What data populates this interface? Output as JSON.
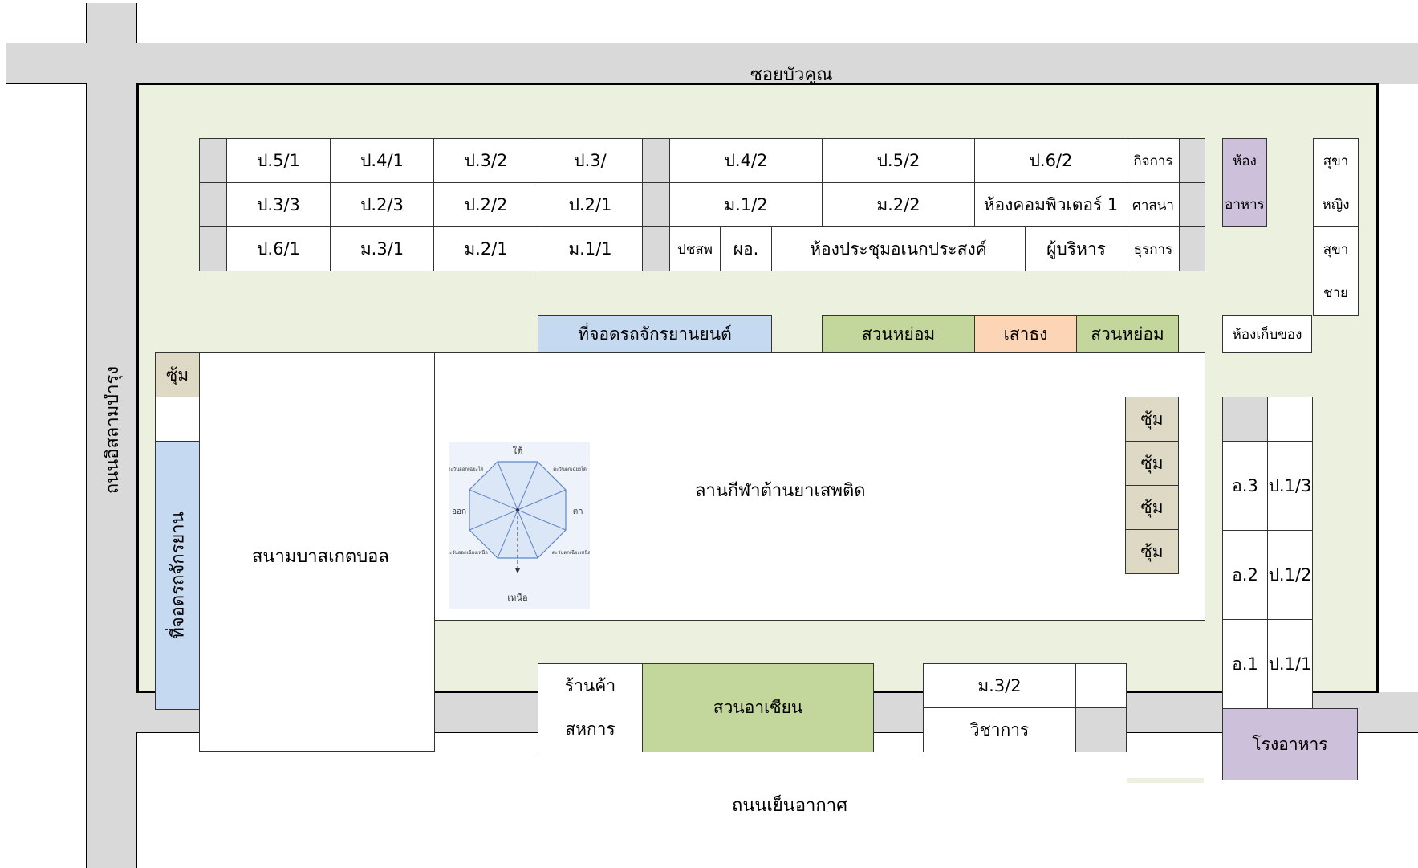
{
  "roads": {
    "top": "ซอยบัวคูณ",
    "bottom": "ถนนเย็นอากาศ",
    "left": "ถนนอิสลามบำรุง"
  },
  "rooms": {
    "p5_1": "ป.5/1",
    "p4_1": "ป.4/1",
    "p3_2": "ป.3/2",
    "p3_": "ป.3/",
    "p4_2": "ป.4/2",
    "p5_2": "ป.5/2",
    "p6_2": "ป.6/2",
    "kijakarn": "กิจการ",
    "p3_3": "ป.3/3",
    "p2_3": "ป.2/3",
    "p2_2": "ป.2/2",
    "p2_1": "ป.2/1",
    "m1_2": "ม.1/2",
    "m2_2": "ม.2/2",
    "computer1": "ห้องคอมพิวเตอร์ 1",
    "sasana": "ศาสนา",
    "p6_1": "ป.6/1",
    "m3_1": "ม.3/1",
    "m2_1": "ม.2/1",
    "m1_1": "ม.1/1",
    "pachasom": "ปชสพ",
    "po": "ผอ.",
    "meeting": "ห้องประชุมอเนกประสงค์",
    "admin": "ผู้บริหาร",
    "thurakarn": "ธุรการ",
    "food_room_1": "ห้อง",
    "food_room_2": "อาหาร",
    "toilet_f_1": "สุขา",
    "toilet_f_2": "หญิง",
    "toilet_m_1": "สุขา",
    "toilet_m_2": "ชาย",
    "storage": "ห้องเก็บของ",
    "a3": "อ.3",
    "p1_3": "ป.1/3",
    "a2": "อ.2",
    "p1_2": "ป.1/2",
    "a1": "อ.1",
    "p1_1": "ป.1/1",
    "canteen": "โรงอาหาร",
    "m3_2": "ม.3/2",
    "academic": "วิชาการ",
    "coop_1": "ร้านค้า",
    "coop_2": "สหการ"
  },
  "areas": {
    "motorcycle_parking": "ที่จอดรถจักรยานยนต์",
    "garden_1": "สวนหย่อม",
    "flagpole": "เสาธง",
    "garden_2": "สวนหย่อม",
    "sports_yard": "ลานกีฬาต้านยาเสพติด",
    "basketball": "สนามบาสเกตบอล",
    "bicycle_parking": "ที่จอดรถจักรยาน",
    "asean_garden": "สวนอาเซียน",
    "arbor": "ซุ้ม"
  },
  "compass": {
    "top": "ใต้",
    "bottom": "เหนือ",
    "left": "ออก",
    "right": "ตก",
    "top_left": "ตะวันออกเฉียงใต้",
    "top_right": "ตะวันตกเฉียงใต้",
    "bottom_left": "ตะวันออกเฉียงเหนือ",
    "bottom_right": "ตะวันตกเฉียงเหนือ"
  },
  "colors": {
    "campus": "#ebf1de",
    "road": "#d9d9d9",
    "parking": "#c5d9f1",
    "garden": "#c3d69b",
    "flagpole": "#fbd5b5",
    "arbor": "#ddd9c4",
    "canteen": "#ccc0da"
  }
}
